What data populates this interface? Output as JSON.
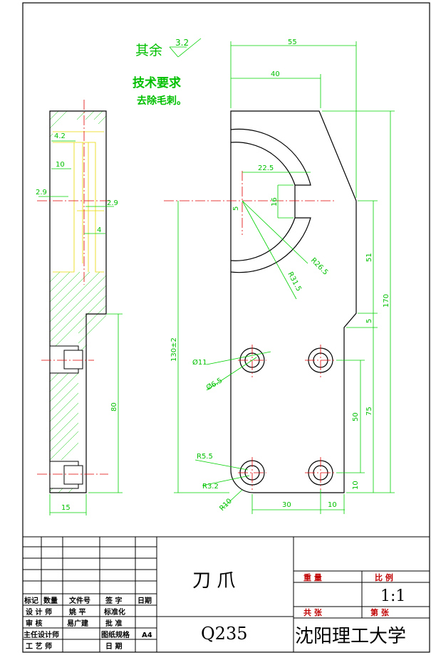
{
  "notes": {
    "roughness_prefix": "其余",
    "roughness_value": "3.2",
    "tech_title": "技术要求",
    "tech_item": "去除毛刺。"
  },
  "dims": {
    "top_55": "55",
    "top_40": "40",
    "d_22_5": "22.5",
    "d_16": "16",
    "d_5a": "5",
    "r_26_5": "R26.5",
    "r_31_5": "R31.5",
    "d_51": "51",
    "d_5b": "5",
    "d_170": "170",
    "d_130": "130±2",
    "phi_11": "Ø11",
    "phi_6_5": "Ø6.5",
    "d_50": "50",
    "d_75": "75",
    "r_5_5": "R5.5",
    "r_3_2": "R3.2",
    "r_10": "R10",
    "d_10v": "10",
    "d_30": "30",
    "d_10h": "10",
    "s_4_2": "4.2",
    "s_10": "10",
    "s_2_9a": "2.9",
    "s_2_9b": "2.9",
    "s_4": "4",
    "s_80": "80",
    "s_15": "15"
  },
  "title_block": {
    "part_name": "刀  爪",
    "material": "Q235",
    "school": "沈阳理工大学",
    "weight_label": "重    量",
    "scale_label": "比    例",
    "scale_value": "1:1",
    "total_label": "共    张",
    "sheet_label": "第    张",
    "rev_headers": [
      "标记",
      "数量",
      "文件号",
      "签  字",
      "日期"
    ],
    "rows": [
      {
        "role": "设 计 师",
        "name": "姚 平",
        "role2": "标准化",
        "value2": ""
      },
      {
        "role": "审    核",
        "name": "易广建",
        "role2": "批  准",
        "value2": ""
      },
      {
        "role": "主任设计师",
        "name": "",
        "role2": "图纸规格",
        "value2": "A4"
      },
      {
        "role": "工 艺 师",
        "name": "",
        "role2": "日  期",
        "value2": ""
      }
    ]
  }
}
